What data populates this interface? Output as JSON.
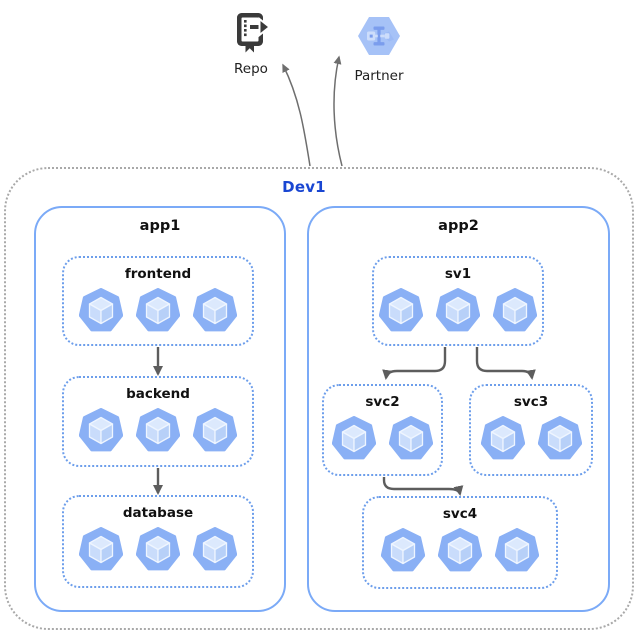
{
  "boundary": {
    "label": "Dev1",
    "label_color": "#1946d2",
    "border_color": "#a9a9a9"
  },
  "externals": {
    "repo": {
      "label": "Repo",
      "icon": "source-repo-icon"
    },
    "partner": {
      "label": "Partner",
      "icon": "partner-hexagon-icon"
    }
  },
  "clusters": [
    {
      "id": "app1",
      "label": "app1",
      "services": [
        {
          "id": "frontend",
          "label": "frontend",
          "pods": 3
        },
        {
          "id": "backend",
          "label": "backend",
          "pods": 3
        },
        {
          "id": "database",
          "label": "database",
          "pods": 3
        }
      ]
    },
    {
      "id": "app2",
      "label": "app2",
      "services": [
        {
          "id": "sv1",
          "label": "sv1",
          "pods": 3
        },
        {
          "id": "svc2",
          "label": "svc2",
          "pods": 2
        },
        {
          "id": "svc3",
          "label": "svc3",
          "pods": 2
        },
        {
          "id": "svc4",
          "label": "svc4",
          "pods": 3
        }
      ]
    }
  ],
  "edges": [
    {
      "from": "Dev1",
      "to": "Repo"
    },
    {
      "from": "Dev1",
      "to": "Partner"
    },
    {
      "from": "frontend",
      "to": "backend"
    },
    {
      "from": "backend",
      "to": "database"
    },
    {
      "from": "sv1",
      "to": "svc2"
    },
    {
      "from": "sv1",
      "to": "svc3"
    },
    {
      "from": "svc2",
      "to": "svc4"
    }
  ],
  "colors": {
    "cluster_border": "#7baaf7",
    "service_border": "#6d9eeb",
    "pod_fill": "#8ab0f5",
    "pod_cube_top": "#dce9fd",
    "pod_cube_left": "#c9dcfb",
    "pod_cube_right": "#b7d0f8",
    "arrow_internal": "#5d5d5d",
    "arrow_external": "#6e6e6e",
    "repo_icon": "#3a3a3a",
    "partner_hex": "#a6c2f7"
  }
}
